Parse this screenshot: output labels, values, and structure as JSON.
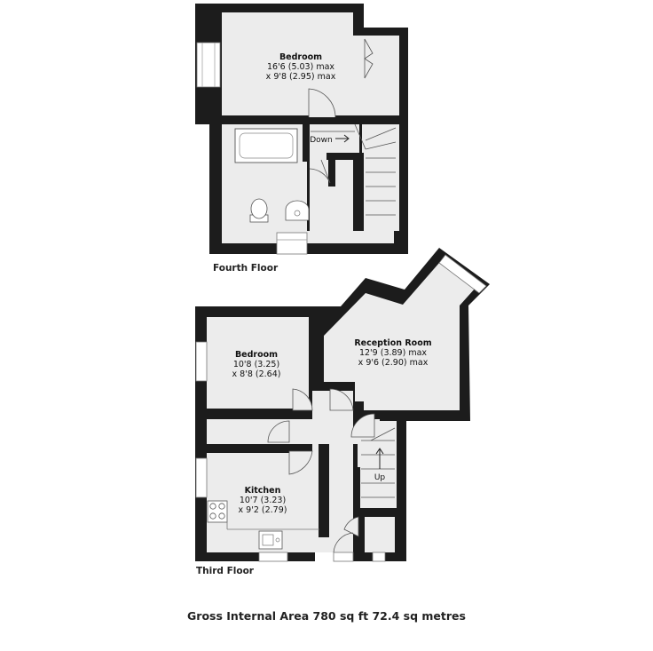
{
  "floors": {
    "fourth": {
      "label": "Fourth Floor",
      "bedroom": {
        "name": "Bedroom",
        "line1": "16'6 (5.03) max",
        "line2": "x 9'8 (2.95) max"
      },
      "stair_label": "Down"
    },
    "third": {
      "label": "Third Floor",
      "bedroom": {
        "name": "Bedroom",
        "line1": "10'8 (3.25)",
        "line2": "x 8'8 (2.64)"
      },
      "reception": {
        "name": "Reception Room",
        "line1": "12'9 (3.89) max",
        "line2": "x 9'6 (2.90) max"
      },
      "kitchen": {
        "name": "Kitchen",
        "line1": "10'7 (3.23)",
        "line2": "x 9'2 (2.79)"
      },
      "stair_label": "Up"
    }
  },
  "area_caption": "Gross Internal Area 780 sq ft 72.4 sq metres",
  "colors": {
    "wall": "#1c1c1c",
    "floor": "#ececec",
    "fixture": "#ffffff",
    "line": "#555555"
  }
}
